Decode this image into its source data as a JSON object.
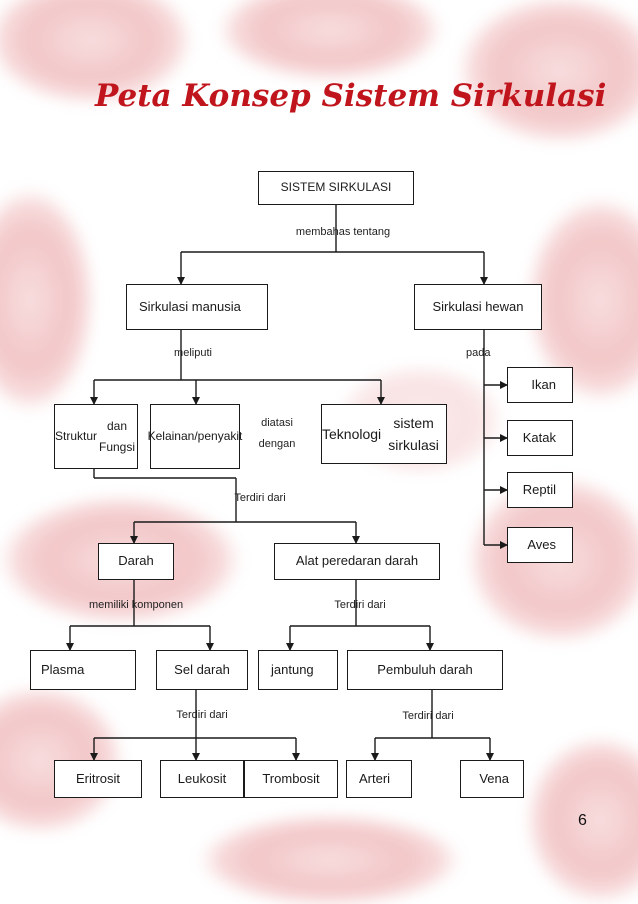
{
  "title": "Peta Konsep Sistem Sirkulasi",
  "page_number": "6",
  "nodes": {
    "root": "SISTEM SIRKULASI",
    "manusia": "Sirkulasi manusia",
    "hewan": "Sirkulasi hewan",
    "struktur": [
      "Struktur",
      "dan Fungsi"
    ],
    "kelainan": [
      "Kelainan/",
      "penyakit"
    ],
    "teknologi": [
      "Teknologi",
      "sistem sirkulasi"
    ],
    "ikan": "Ikan",
    "katak": "Katak",
    "reptil": "Reptil",
    "aves": "Aves",
    "darah": "Darah",
    "alat": "Alat peredaran darah",
    "plasma": "Plasma",
    "sel_darah": "Sel darah",
    "jantung": "jantung",
    "pembuluh": "Pembuluh darah",
    "eritrosit": "Eritrosit",
    "leukosit": "Leukosit",
    "trombosit": "Trombosit",
    "arteri": "Arteri",
    "vena": "Vena"
  },
  "labels": {
    "membahas": "membahas tentang",
    "meliputi": "meliputi",
    "pada": "pada",
    "diatasi": [
      "diatasi",
      "dengan"
    ],
    "terdiri_1": "Terdiri dari",
    "memiliki": "memiliki komponen",
    "terdiri_2": "Terdiri dari",
    "terdiri_3": "Terdiri dari",
    "terdiri_4": "Terdiri dari"
  },
  "colors": {
    "title": "#c0151c",
    "background_cells": "#f2c5c7",
    "line": "#1a1a1a"
  }
}
